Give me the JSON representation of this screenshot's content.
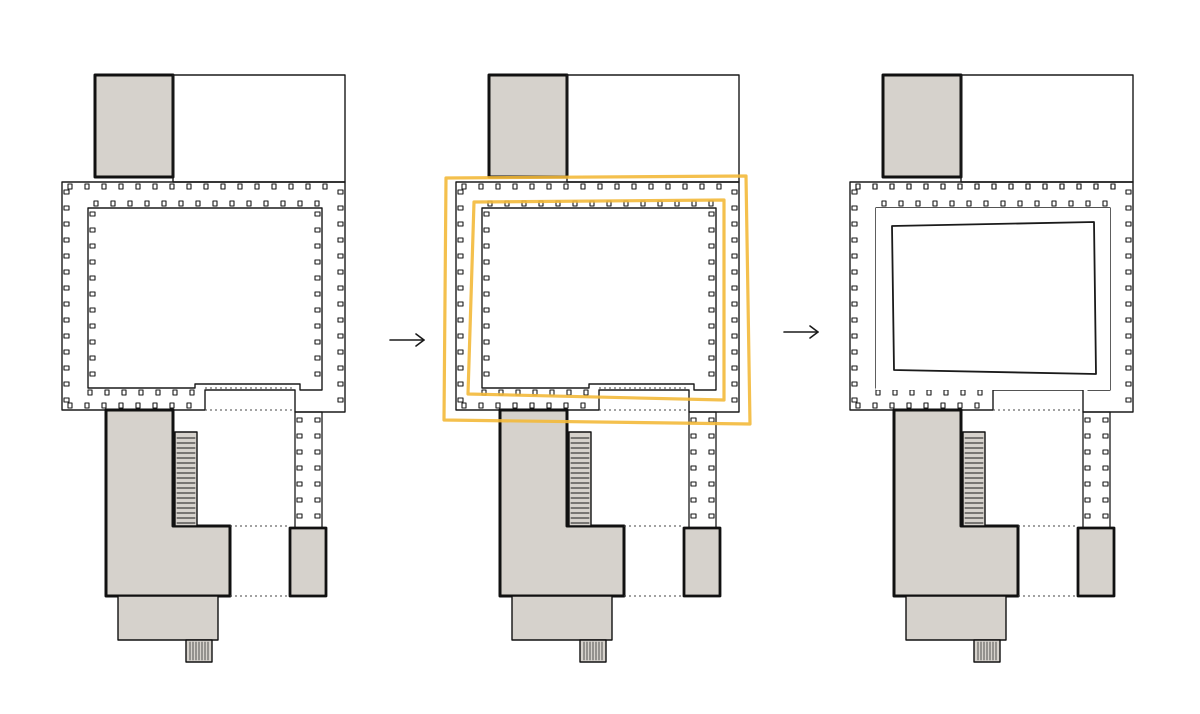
{
  "colors": {
    "mass": "#d6d2cc",
    "ink": "#1a1a1a",
    "highlight": "#f3b93a",
    "background": "#ffffff"
  },
  "diagram": {
    "panels": [
      {
        "name": "existing-plan",
        "highlight": false,
        "inner_room": false
      },
      {
        "name": "highlighted-plan",
        "highlight": true,
        "inner_room": false
      },
      {
        "name": "resulting-plan",
        "highlight": false,
        "inner_room": true
      }
    ],
    "arrows": [
      {
        "name": "arrow-1",
        "icon": "right-arrow-icon"
      },
      {
        "name": "arrow-2",
        "icon": "right-arrow-icon"
      }
    ]
  }
}
